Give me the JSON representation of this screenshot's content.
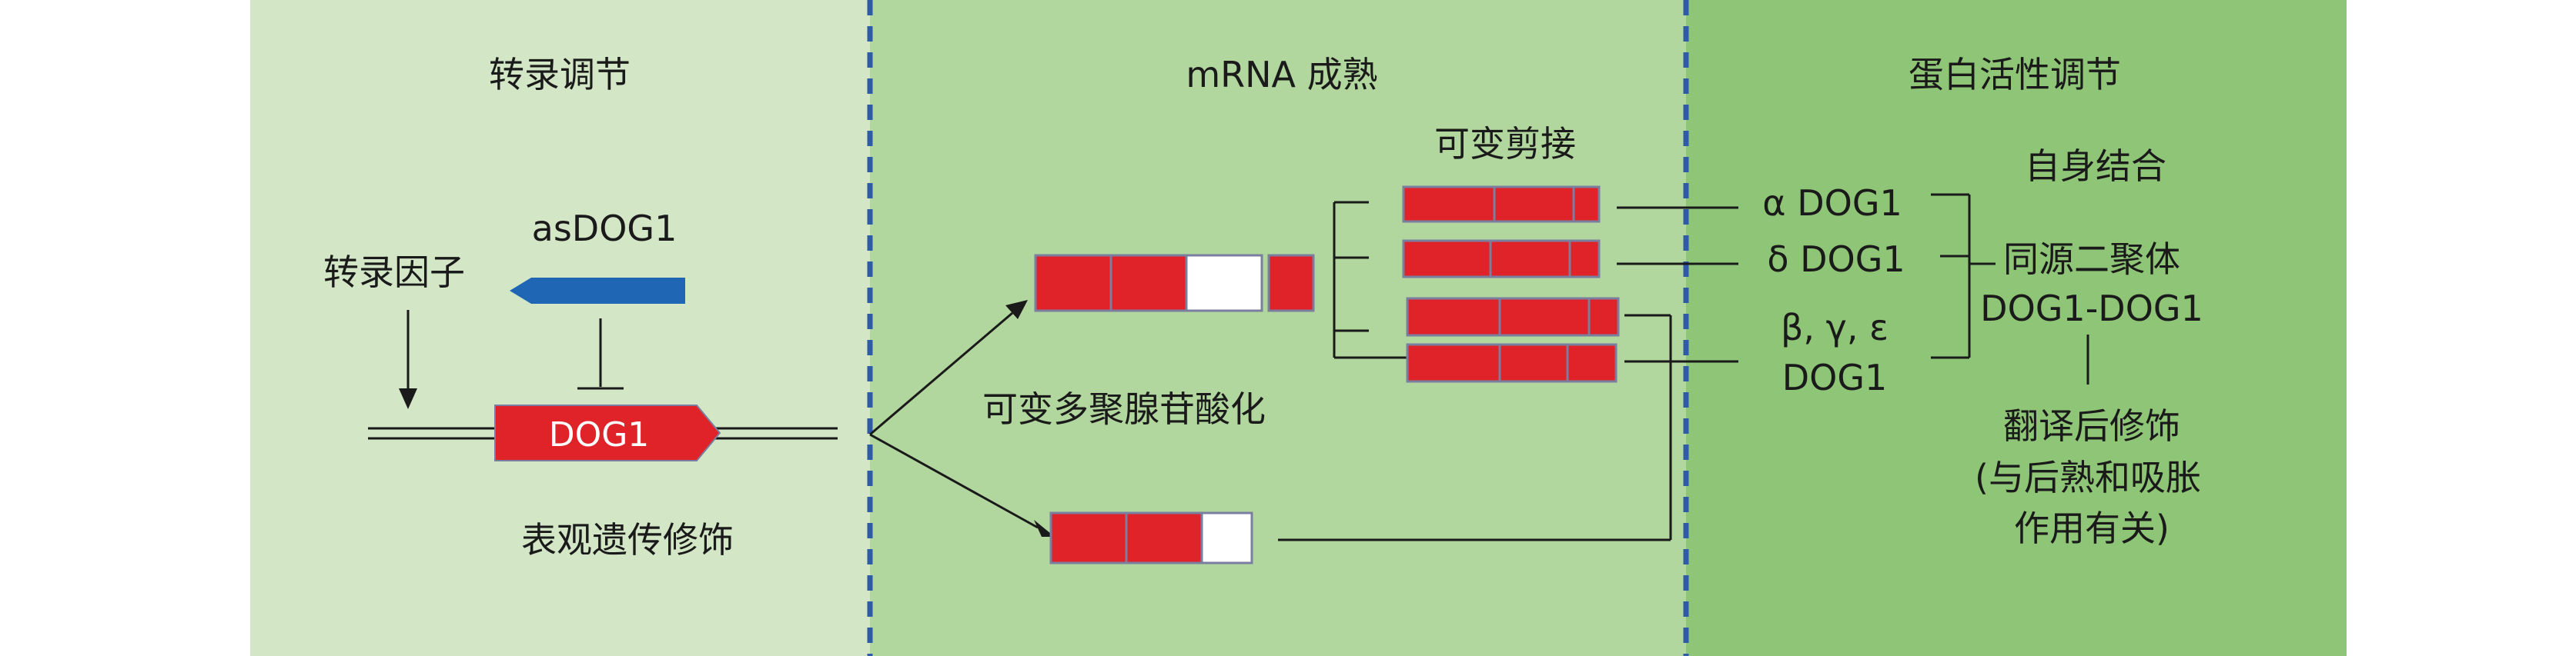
{
  "panels": {
    "left": {
      "color": "#d3e7c6",
      "title": "转录调节"
    },
    "middle": {
      "color": "#b1d69e",
      "title": "mRNA 成熟"
    },
    "right": {
      "color": "#8fc576",
      "title": "蛋白活性调节"
    }
  },
  "colors": {
    "exon": "#e02229",
    "exon_border": "#7a7fa0",
    "antisense": "#1f67b5",
    "divider": "#2f5aa8",
    "line": "#1a1a1a"
  },
  "left": {
    "asdog1_label": "asDOG1",
    "tf_label": "转录因子",
    "gene_label": "DOG1",
    "epigenetic_label": "表观遗传修饰"
  },
  "middle": {
    "alt_splicing_label": "可变剪接",
    "alt_polya_label": "可变多聚腺苷酸化"
  },
  "right": {
    "alpha_label": "α DOG1",
    "delta_label": "δ DOG1",
    "bge_label_line1": "β, γ, ε",
    "bge_label_line2": "DOG1",
    "self_binding_label": "自身结合",
    "homodimer_label": "同源二聚体",
    "dimer_label": "DOG1-DOG1",
    "ptm_label": "翻译后修饰",
    "ptm_note_line1": "(与后熟和吸胀",
    "ptm_note_line2": "作用有关)"
  }
}
